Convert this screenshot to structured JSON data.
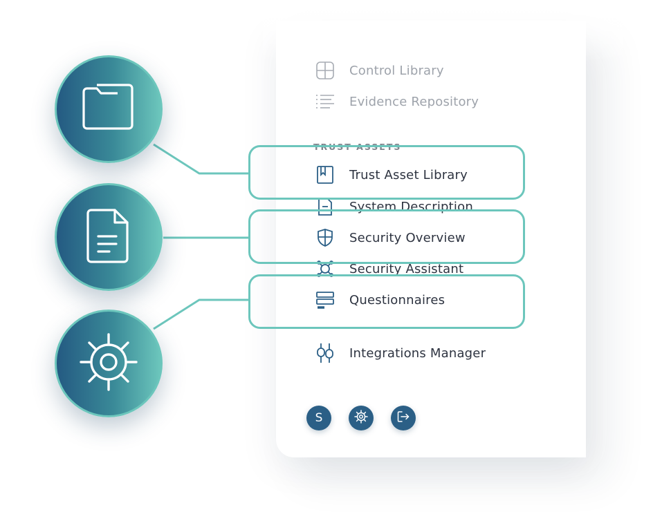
{
  "colors": {
    "accent_teal": "#6cc6bc",
    "navy": "#245a82",
    "text_dark": "#2d3340",
    "text_dim": "#9ea3ab"
  },
  "sidebar": {
    "top_items": [
      {
        "label": "Control Library",
        "icon": "grid-icon"
      },
      {
        "label": "Evidence Repository",
        "icon": "list-icon"
      }
    ],
    "section_title": "TRUST ASSETS",
    "items": [
      {
        "label": "Trust Asset Library",
        "icon": "bookmark-icon"
      },
      {
        "label": "System Description",
        "icon": "document-icon"
      },
      {
        "label": "Security Overview",
        "icon": "shield-icon"
      },
      {
        "label": "Security Assistant",
        "icon": "bot-icon"
      },
      {
        "label": "Questionnaires",
        "icon": "form-icon"
      }
    ],
    "integrations": {
      "label": "Integrations Manager",
      "icon": "plug-icon"
    }
  },
  "footer": {
    "avatar_initial": "S",
    "settings_icon": "gear-icon",
    "logout_icon": "logout-icon"
  },
  "callouts": [
    {
      "icon": "folder-icon"
    },
    {
      "icon": "file-icon"
    },
    {
      "icon": "gear-icon"
    }
  ]
}
